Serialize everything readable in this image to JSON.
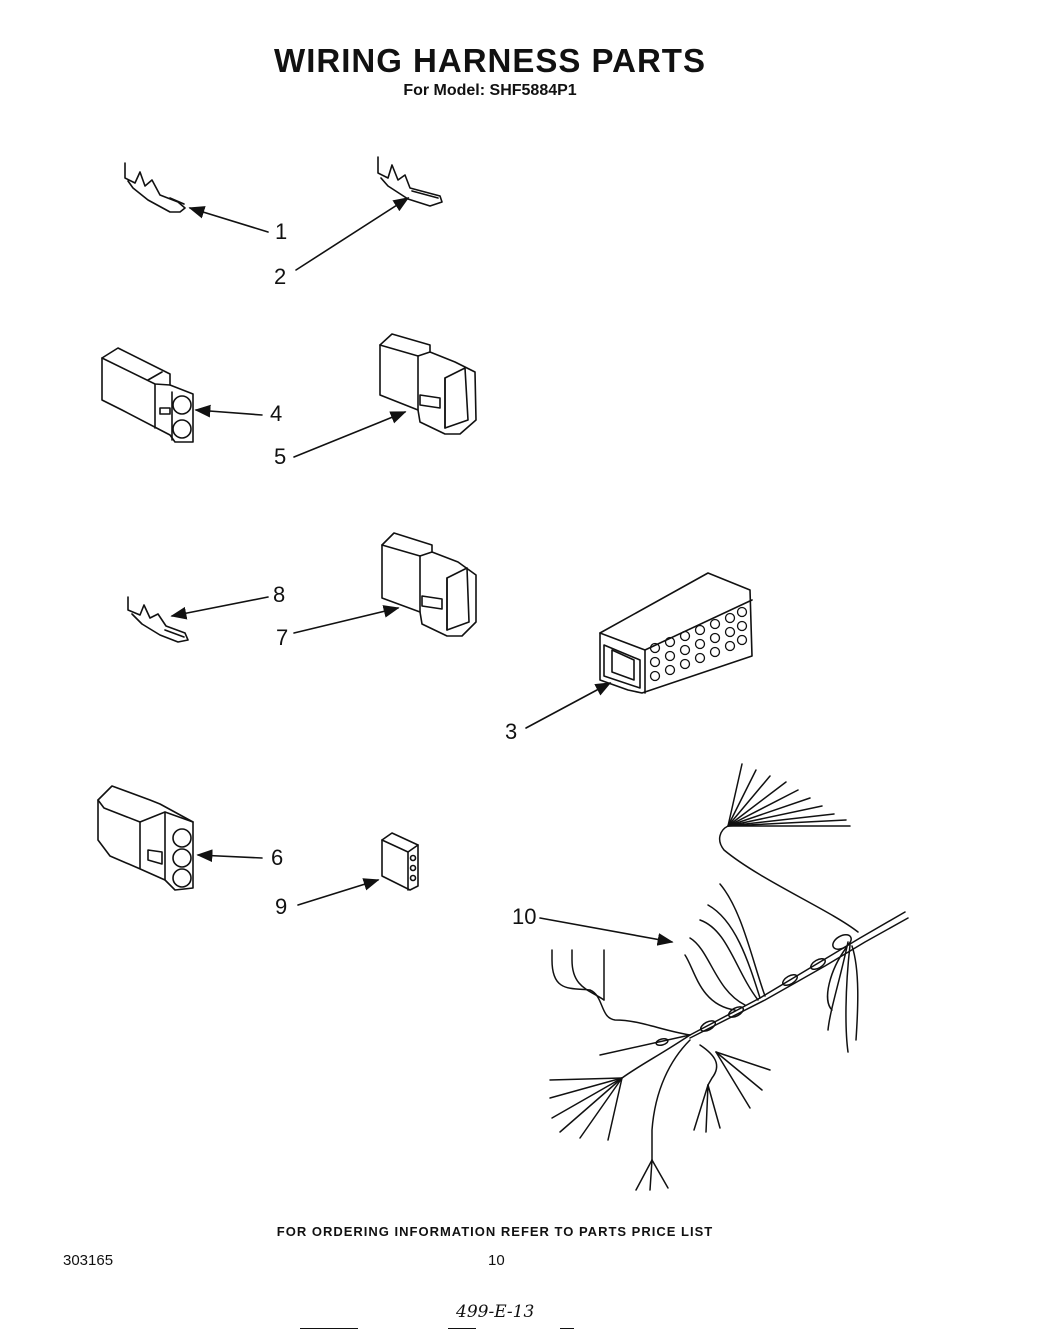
{
  "header": {
    "title": "WIRING HARNESS PARTS",
    "model_line": "For Model: SHF5884P1"
  },
  "callouts": {
    "c1": "1",
    "c2": "2",
    "c3": "3",
    "c4": "4",
    "c5": "5",
    "c6": "6",
    "c7": "7",
    "c8": "8",
    "c9": "9",
    "c10": "10"
  },
  "footer": {
    "ordering_note": "FOR ORDERING INFORMATION REFER TO PARTS PRICE LIST",
    "doc_number": "303165",
    "page_number": "10",
    "handwritten_note": "499-E-13"
  }
}
